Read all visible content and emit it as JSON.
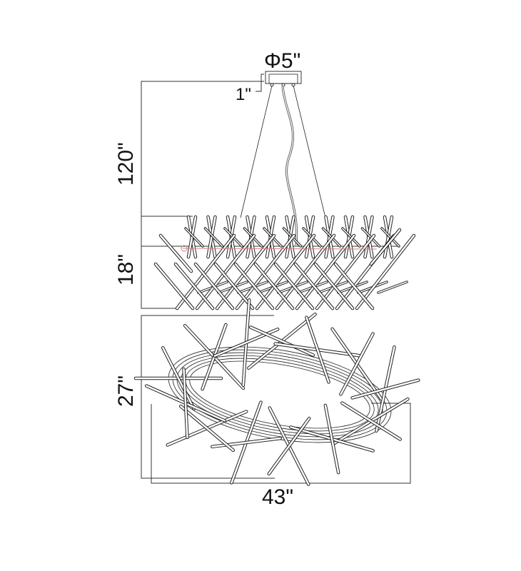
{
  "dimensions": {
    "canopy_diameter": "Φ5\"",
    "canopy_height": "1\"",
    "overall_height": "120\"",
    "fixture_height": "18\"",
    "depth": "27\"",
    "width": "43\""
  },
  "colors": {
    "line": "#222222",
    "center_marker": "#d08080"
  }
}
